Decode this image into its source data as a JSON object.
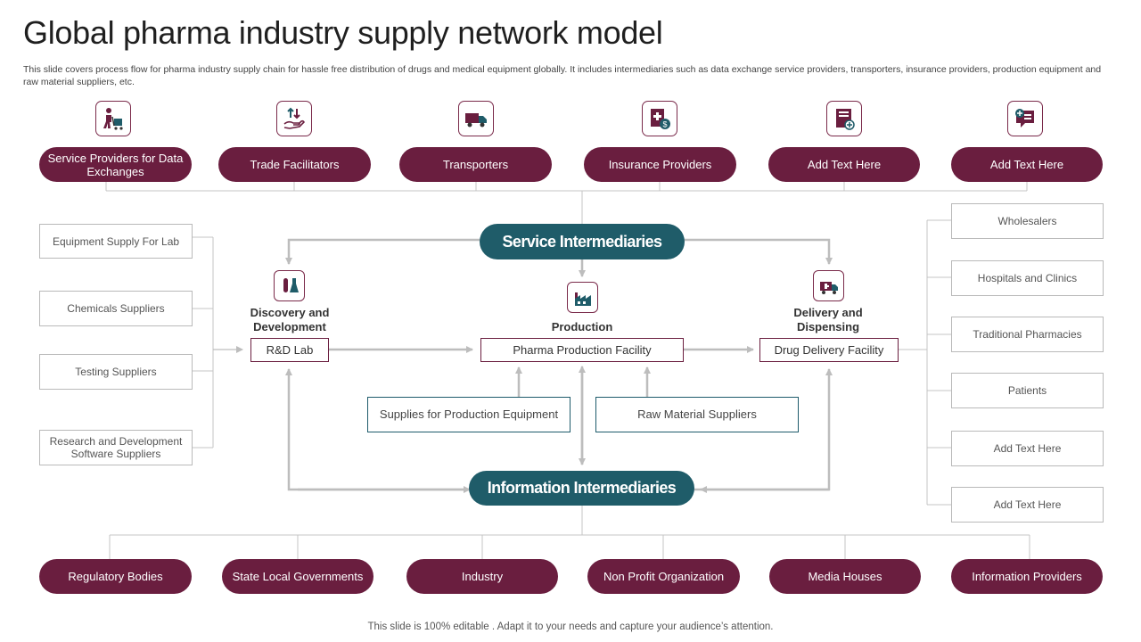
{
  "title": "Global pharma industry supply network model",
  "subtitle": "This slide covers process flow for pharma industry supply chain for hassle free distribution of drugs and medical equipment globally. It includes intermediaries such as data exchange service providers, transporters, insurance providers, production equipment and raw material suppliers, etc.",
  "top_providers": [
    {
      "label": "Service Providers for Data Exchanges",
      "icon": "worker-with-cart-icon"
    },
    {
      "label": "Trade Facilitators",
      "icon": "hand-with-exchange-arrows-icon"
    },
    {
      "label": "Transporters",
      "icon": "delivery-truck-icon"
    },
    {
      "label": "Insurance Providers",
      "icon": "medical-bill-icon"
    },
    {
      "label": "Add Text Here",
      "icon": "medical-folder-icon"
    },
    {
      "label": "Add Text Here",
      "icon": "chat-plus-icon"
    }
  ],
  "suppliers": [
    "Equipment Supply For Lab",
    "Chemicals Suppliers",
    "Testing Suppliers",
    "Research and Development Software Suppliers"
  ],
  "customers": [
    "Wholesalers",
    "Hospitals and Clinics",
    "Traditional Pharmacies",
    "Patients",
    "Add Text Here",
    "Add Text Here"
  ],
  "hubs": {
    "service": "Service Intermediaries",
    "information": "Information Intermediaries"
  },
  "stages": {
    "discovery": {
      "label": "Discovery and Development",
      "facility": "R&D Lab",
      "icon": "test-tube-flask-icon"
    },
    "production": {
      "label": "Production",
      "facility": "Pharma Production Facility",
      "icon": "factory-icon"
    },
    "delivery": {
      "label": "Delivery and Dispensing",
      "facility": "Drug Delivery Facility",
      "icon": "ambulance-truck-icon"
    }
  },
  "production_inputs": [
    "Supplies for Production Equipment",
    "Raw Material Suppliers"
  ],
  "bottom_providers": [
    "Regulatory Bodies",
    "State Local Governments",
    "Industry",
    "Non Profit Organization",
    "Media Houses",
    "Information Providers"
  ],
  "footer": "This slide is 100% editable . Adapt it to your needs and capture your audience’s attention.",
  "colors": {
    "maroon": "#6a1e3f",
    "teal": "#1f5c69",
    "connector": "#c2c2c2"
  }
}
